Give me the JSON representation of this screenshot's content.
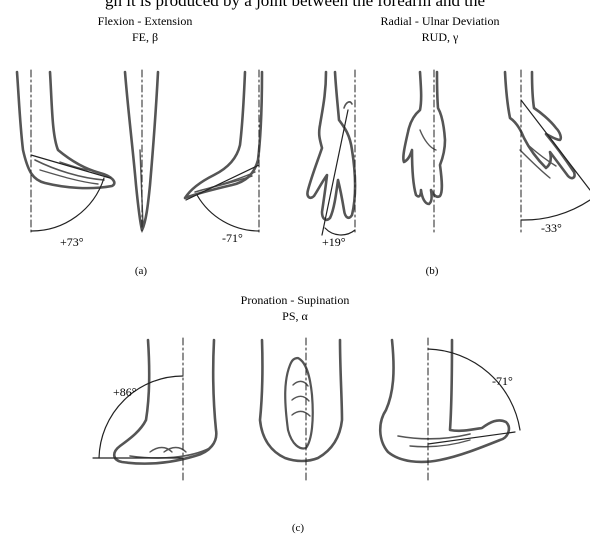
{
  "top_text": "gh it is produced by a joint between the forearm and the",
  "panels": {
    "fe": {
      "title": "Flexion - Extension",
      "subtitle": "FE, β",
      "angle_pos": "+73°",
      "angle_neg": "-71°",
      "caption": "(a)"
    },
    "rud": {
      "title": "Radial - Ulnar Deviation",
      "subtitle": "RUD, γ",
      "angle_pos": "+19°",
      "angle_neg": "-33°",
      "caption": "(b)"
    },
    "ps": {
      "title": "Pronation - Supination",
      "subtitle": "PS, α",
      "angle_pos": "+86°",
      "angle_neg": "-71°",
      "caption": "(c)"
    }
  },
  "colors": {
    "stroke": "#555555",
    "axis": "#222222"
  }
}
